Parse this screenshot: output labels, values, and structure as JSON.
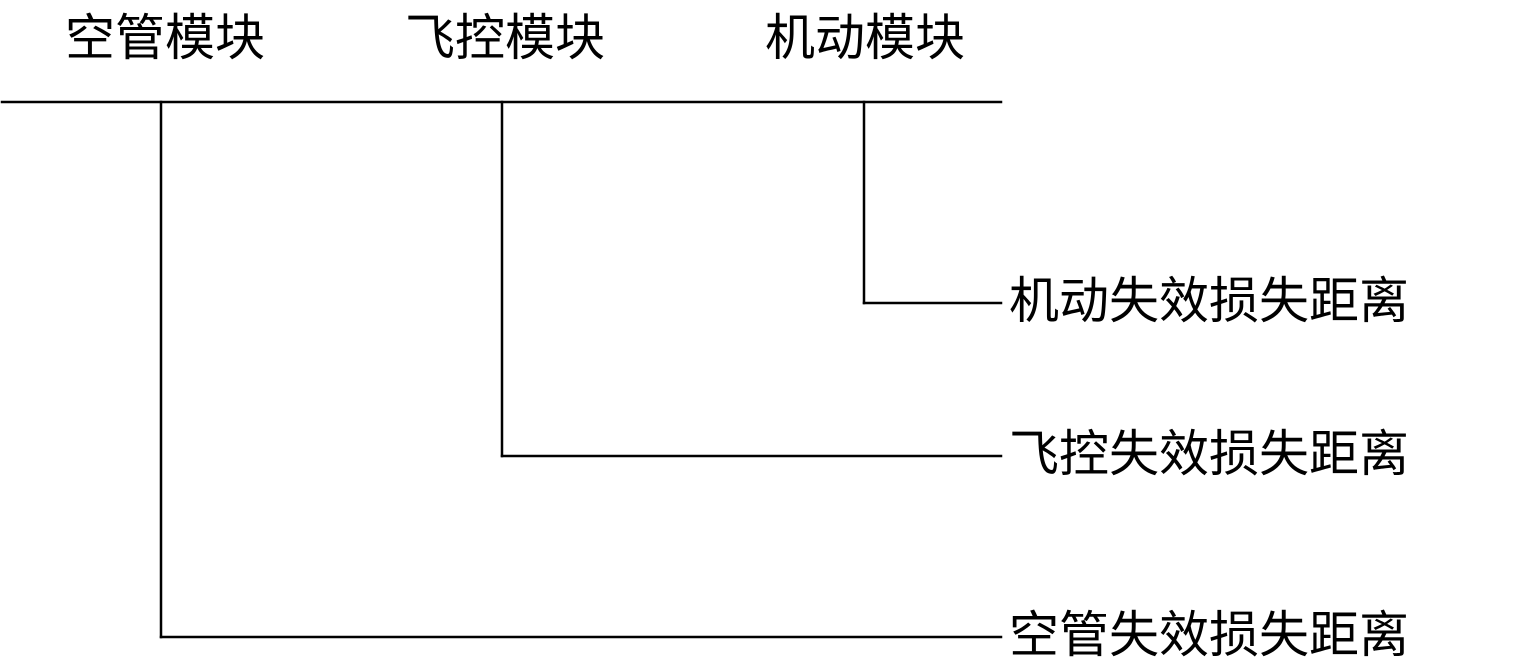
{
  "modules": {
    "air_traffic_control": "空管模块",
    "flight_control": "飞控模块",
    "maneuver": "机动模块"
  },
  "outputs": {
    "maneuver_failure_loss_distance": "机动失效损失距离",
    "flight_control_failure_loss_distance": "飞控失效损失距离",
    "air_traffic_control_failure_loss_distance": "空管失效损失距离"
  },
  "colors": {
    "line": "#000000",
    "text": "#000000",
    "background": "#ffffff"
  }
}
